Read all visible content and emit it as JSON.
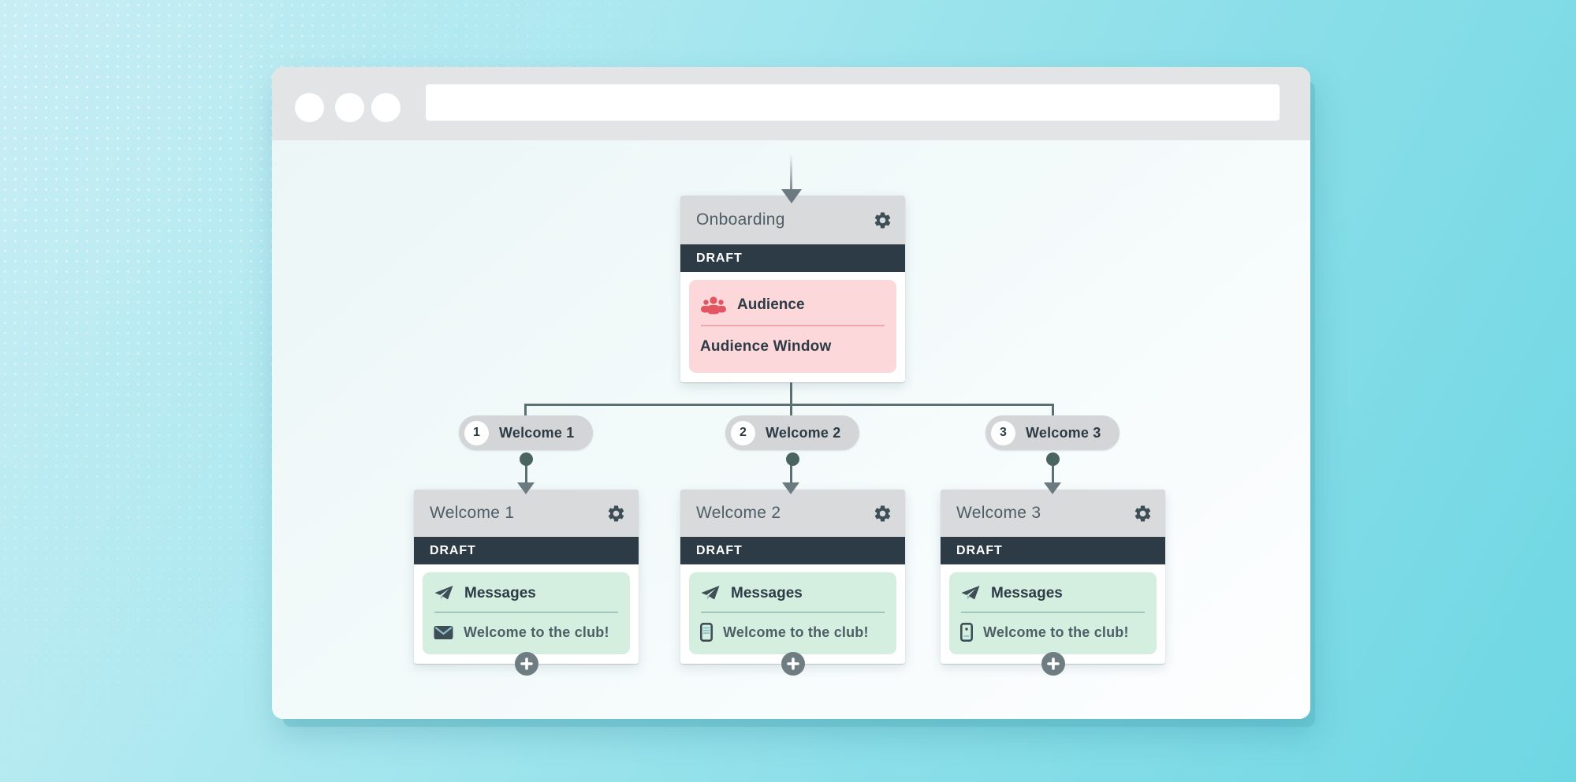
{
  "browser": {
    "url_value": ""
  },
  "flow": {
    "root_card": {
      "title": "Onboarding",
      "status": "DRAFT",
      "section": {
        "icon": "users-icon",
        "label": "Audience",
        "item_label": "Audience Window"
      }
    },
    "branches": [
      {
        "pill": {
          "number": "1",
          "label": "Welcome 1"
        },
        "card": {
          "title": "Welcome 1",
          "status": "DRAFT",
          "section": {
            "icon": "paper-plane-icon",
            "label": "Messages",
            "item_icon": "envelope-icon",
            "item_label": "Welcome to the club!"
          }
        }
      },
      {
        "pill": {
          "number": "2",
          "label": "Welcome 2"
        },
        "card": {
          "title": "Welcome 2",
          "status": "DRAFT",
          "section": {
            "icon": "paper-plane-icon",
            "label": "Messages",
            "item_icon": "phone-icon",
            "item_label": "Welcome to the club!"
          }
        }
      },
      {
        "pill": {
          "number": "3",
          "label": "Welcome 3"
        },
        "card": {
          "title": "Welcome 3",
          "status": "DRAFT",
          "section": {
            "icon": "paper-plane-icon",
            "label": "Messages",
            "item_icon": "phone-icon",
            "item_label": "Welcome to the club!"
          }
        }
      }
    ]
  },
  "colors": {
    "draft": "#2c3b45",
    "pink": "#fcd8db",
    "red": "#e25561",
    "mint": "#d4efe0",
    "slate": "#3e4e56",
    "line": "#5c6f71",
    "accent": "#8fc0c7"
  }
}
